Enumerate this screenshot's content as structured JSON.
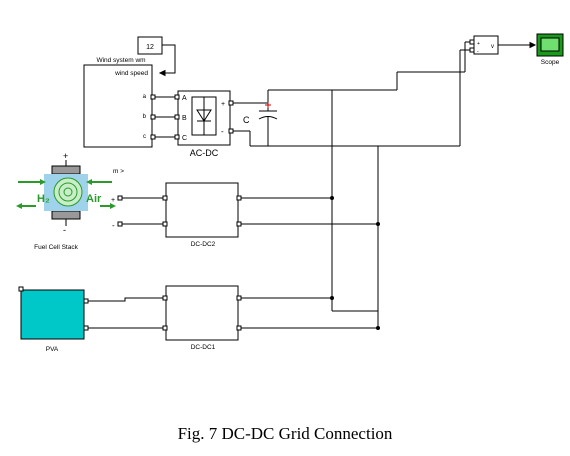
{
  "blocks": {
    "constant": {
      "value": "12"
    },
    "wind": {
      "title": "Wind system wm",
      "input_label": "wind speed",
      "ports": [
        "a",
        "b",
        "c"
      ]
    },
    "acdc": {
      "label": "AC-DC",
      "ports": [
        "A",
        "B",
        "C"
      ],
      "plus": "+",
      "minus": "-"
    },
    "capacitor": {
      "label": "C"
    },
    "voltmeter": {
      "plus": "+",
      "minus": "-",
      "out": "v"
    },
    "scope": {
      "label": "Scope",
      "color": "#1a9a1a"
    },
    "fuelcell": {
      "label": "Fuel Cell Stack",
      "h2": "H₂",
      "air": "Air",
      "m_label": "m >",
      "plus": "+",
      "minus": "-",
      "color": "#2a9a2a"
    },
    "dcdc2": {
      "label": "DC-DC2"
    },
    "dcdc1": {
      "label": "DC-DC1"
    },
    "pva": {
      "label": "PVA",
      "color": "#00c8c8"
    }
  },
  "caption": "Fig. 7 DC-DC Grid Connection"
}
